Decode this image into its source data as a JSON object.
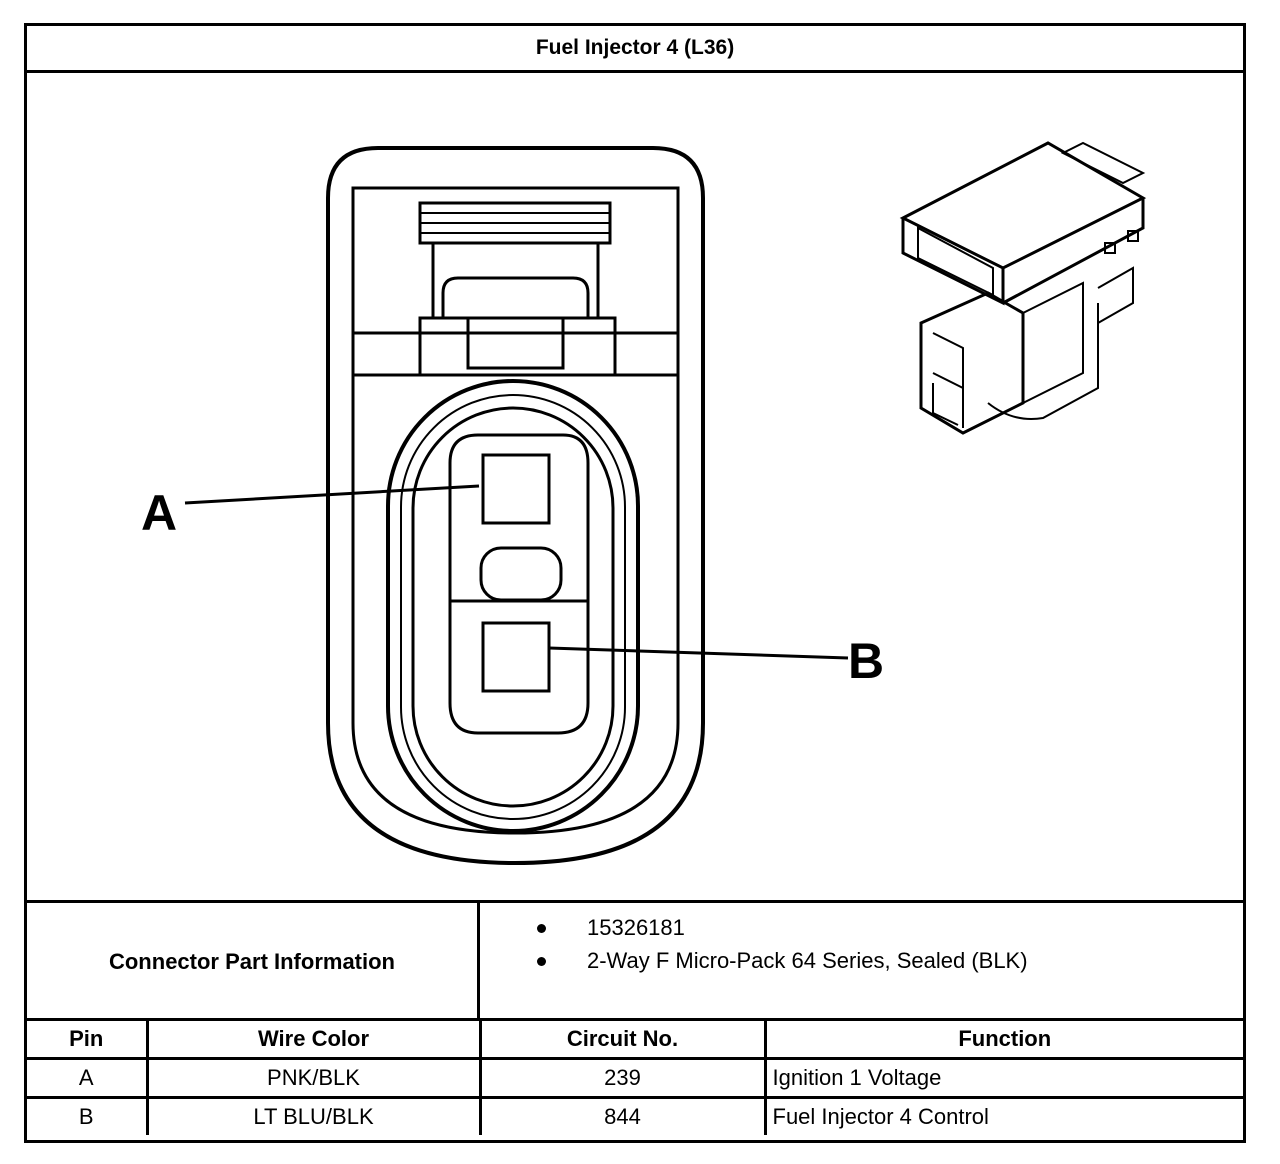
{
  "title": "Fuel Injector 4 (L36)",
  "figure": {
    "callouts": [
      "A",
      "B"
    ]
  },
  "connector_info": {
    "label": "Connector Part Information",
    "items": [
      "15326181",
      "2-Way F Micro-Pack 64 Series, Sealed (BLK)"
    ]
  },
  "pin_table": {
    "headers": [
      "Pin",
      "Wire Color",
      "Circuit No.",
      "Function"
    ],
    "rows": [
      {
        "pin": "A",
        "wire_color": "PNK/BLK",
        "circuit": "239",
        "function": "Ignition 1 Voltage"
      },
      {
        "pin": "B",
        "wire_color": "LT BLU/BLK",
        "circuit": "844",
        "function": "Fuel Injector 4 Control"
      }
    ]
  }
}
